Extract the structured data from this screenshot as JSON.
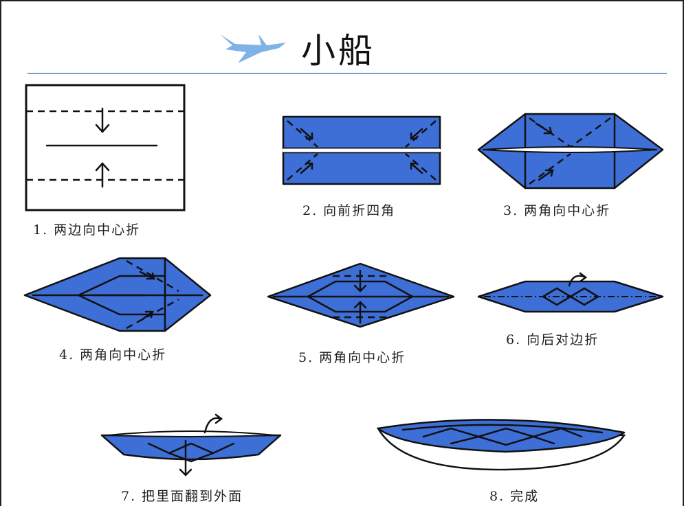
{
  "title": "小船",
  "colors": {
    "paper_blue": "#3d6fd6",
    "rule_blue": "#6f9ed3",
    "plane_blue": "#7fb2e6"
  },
  "steps": [
    {
      "caption": "1. 两边向中心折"
    },
    {
      "caption": "2. 向前折四角"
    },
    {
      "caption": "3. 两角向中心折"
    },
    {
      "caption": "4. 两角向中心折"
    },
    {
      "caption": "5. 两角向中心折"
    },
    {
      "caption": "6. 向后对边折"
    },
    {
      "caption": "7. 把里面翻到外面"
    },
    {
      "caption": "8. 完成"
    }
  ]
}
